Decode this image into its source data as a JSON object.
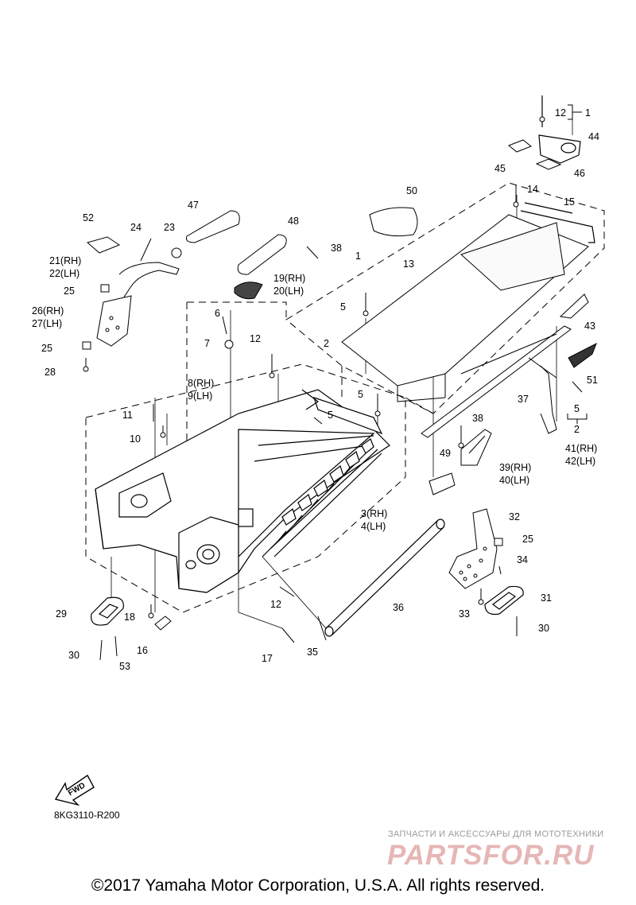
{
  "diagram": {
    "callouts": [
      "12",
      "1",
      "44",
      "45",
      "46",
      "50",
      "14",
      "15",
      "47",
      "48",
      "52",
      "24",
      "23",
      "21(RH)",
      "22(LH)",
      "38",
      "1",
      "13",
      "19(RH)",
      "20(LH)",
      "25",
      "26(RH)",
      "27(LH)",
      "6",
      "7",
      "5",
      "43",
      "25",
      "28",
      "12",
      "2",
      "8(RH)",
      "9(LH)",
      "51",
      "11",
      "10",
      "5",
      "5",
      "2",
      "37",
      "38",
      "41(RH)",
      "42(LH)",
      "49",
      "39(RH)",
      "40(LH)",
      "3(RH)",
      "4(LH)",
      "32",
      "25",
      "34",
      "29",
      "18",
      "12",
      "36",
      "31",
      "16",
      "33",
      "30",
      "30",
      "53",
      "17",
      "35"
    ],
    "fwd_label": "FWD"
  },
  "figure_code": "8KG3110-R200",
  "watermark": {
    "caption": "ЗАПЧАСТИ И АКСЕССУАРЫ ДЛЯ МОТОТЕХНИКИ",
    "logo": "PARTSFOR.RU"
  },
  "copyright": "©2017 Yamaha Motor Corporation, U.S.A. All rights reserved."
}
